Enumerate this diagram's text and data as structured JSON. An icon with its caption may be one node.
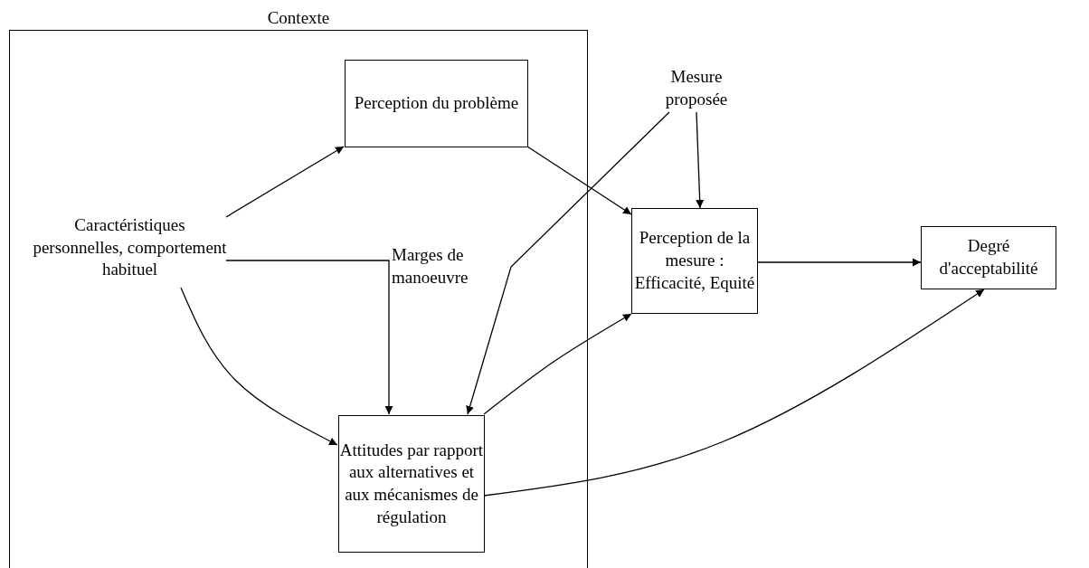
{
  "diagram": {
    "nodes": [
      {
        "text": [
          "Contexte"
        ]
      },
      {
        "text": [
          "Perception du problème"
        ],
        "in": 0
      },
      {
        "text": [
          "Caractéristiques personnelles, comportement habituel"
        ],
        "in": 0
      },
      {
        "text": [
          "Attitudes par rapport aux alternatives et aux mécanismes de régulation"
        ],
        "in": 0
      },
      {
        "text": [
          "Mesure proposée"
        ]
      },
      {
        "text": [
          "Perception de la mesure : Efficacité, Equité"
        ]
      },
      {
        "text": [
          "Degré d'acceptabilité"
        ]
      }
    ],
    "edges": [
      {
        "from": 2,
        "to": 1,
        "arrow": "to"
      },
      {
        "from": 2,
        "to": 3,
        "arrow": "to"
      },
      {
        "from": 2,
        "to": 3,
        "arrow": "to"
      },
      {
        "from": 1,
        "to": 5,
        "arrow": "to"
      },
      {
        "from": 4,
        "to": 5,
        "arrow": "to"
      },
      {
        "from": 4,
        "to": 3,
        "arrow": "to"
      },
      {
        "from": 3,
        "to": 5,
        "arrow": "to"
      },
      {
        "from": 3,
        "to": 6,
        "arrow": "to"
      },
      {
        "from": 5,
        "to": 6,
        "arrow": "to"
      }
    ],
    "labels": [
      "Marges de manoeuvre"
    ]
  }
}
